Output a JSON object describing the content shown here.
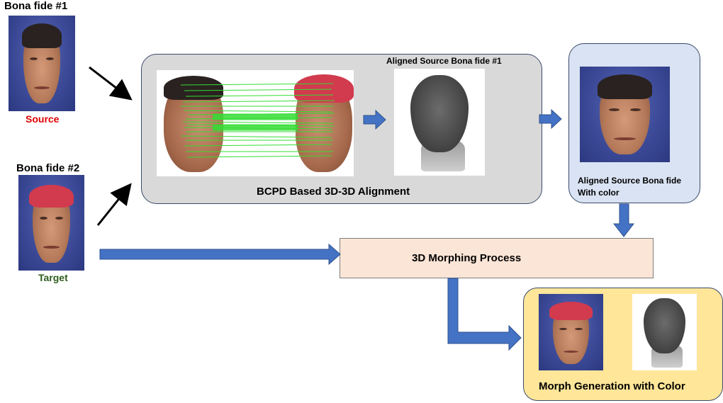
{
  "inputs": {
    "bona_fide_1": {
      "title": "Bona fide #1",
      "caption": "Source",
      "caption_color": "#e00000"
    },
    "bona_fide_2": {
      "title": "Bona fide #2",
      "caption": "Target",
      "caption_color": "#2e5d1e"
    }
  },
  "alignment_panel": {
    "label": "BCPD Based 3D-3D Alignment",
    "aligned_caption": "Aligned  Source Bona fide #1"
  },
  "color_panel": {
    "label_line1": "Aligned  Source Bona fide",
    "label_line2": "With color"
  },
  "morph_box": {
    "label": "3D Morphing Process"
  },
  "output_panel": {
    "label": "Morph Generation with Color"
  },
  "colors": {
    "arrow_blue": "#4472c4",
    "panel_gray": "#d9d9d9",
    "panel_blue": "#dae3f3",
    "panel_yellow": "#ffe699",
    "morph_box": "#fbe5d6",
    "correspondence_lines": "#33dd33"
  }
}
